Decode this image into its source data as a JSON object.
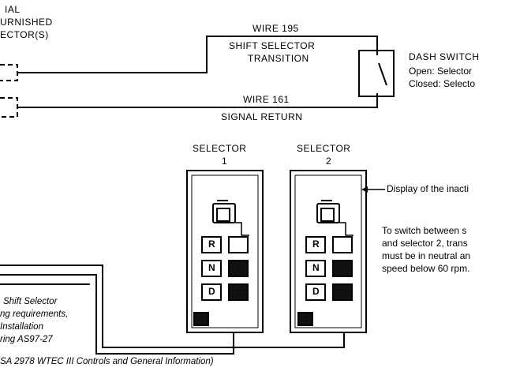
{
  "harness": {
    "title_lines": [
      "IAL",
      "URNISHED",
      "ECTOR(S)"
    ]
  },
  "wires": {
    "wire_195": "WIRE 195",
    "shift_transition_1": "SHIFT SELECTOR",
    "shift_transition_2": "TRANSITION",
    "wire_161": "WIRE 161",
    "signal_return": "SIGNAL RETURN"
  },
  "dash_switch": {
    "title": "DASH SWITCH",
    "line_open": "Open: Selector",
    "line_closed": "Closed: Selecto"
  },
  "selectors": [
    {
      "title": "SELECTOR",
      "number": "1",
      "keys": [
        "R",
        "N",
        "D"
      ]
    },
    {
      "title": "SELECTOR",
      "number": "2",
      "keys": [
        "R",
        "N",
        "D"
      ]
    }
  ],
  "notes": {
    "display_inactive": "Display of the inacti",
    "switch_lines": [
      "To switch between s",
      "and selector 2, trans",
      "must be in neutral an",
      "speed below 60 rpm."
    ]
  },
  "reference": {
    "lines": [
      "Shift Selector",
      "ng requirements,",
      "Installation",
      "ring AS97-27",
      "SA 2978 WTEC III Controls and General Information)"
    ]
  },
  "colors": {
    "ink": "#000000",
    "background": "#ffffff"
  }
}
